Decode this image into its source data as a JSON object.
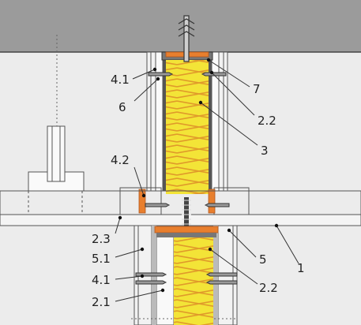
{
  "labels": {
    "l41a": "4.1",
    "l6": "6",
    "l7": "7",
    "l22a": "2.2",
    "l3": "3",
    "l42": "4.2",
    "l23": "2.3",
    "l51": "5.1",
    "l41b": "4.1",
    "l21": "2.1",
    "l5": "5",
    "l1": "1",
    "l22b": "2.2"
  },
  "colors": {
    "background": "#ececec",
    "ceiling": "#9b9b9b",
    "insulation": "#f3e437",
    "insulation_zigzag": "#e09a2a",
    "tape": "#e87f2e",
    "line": "#333333"
  }
}
